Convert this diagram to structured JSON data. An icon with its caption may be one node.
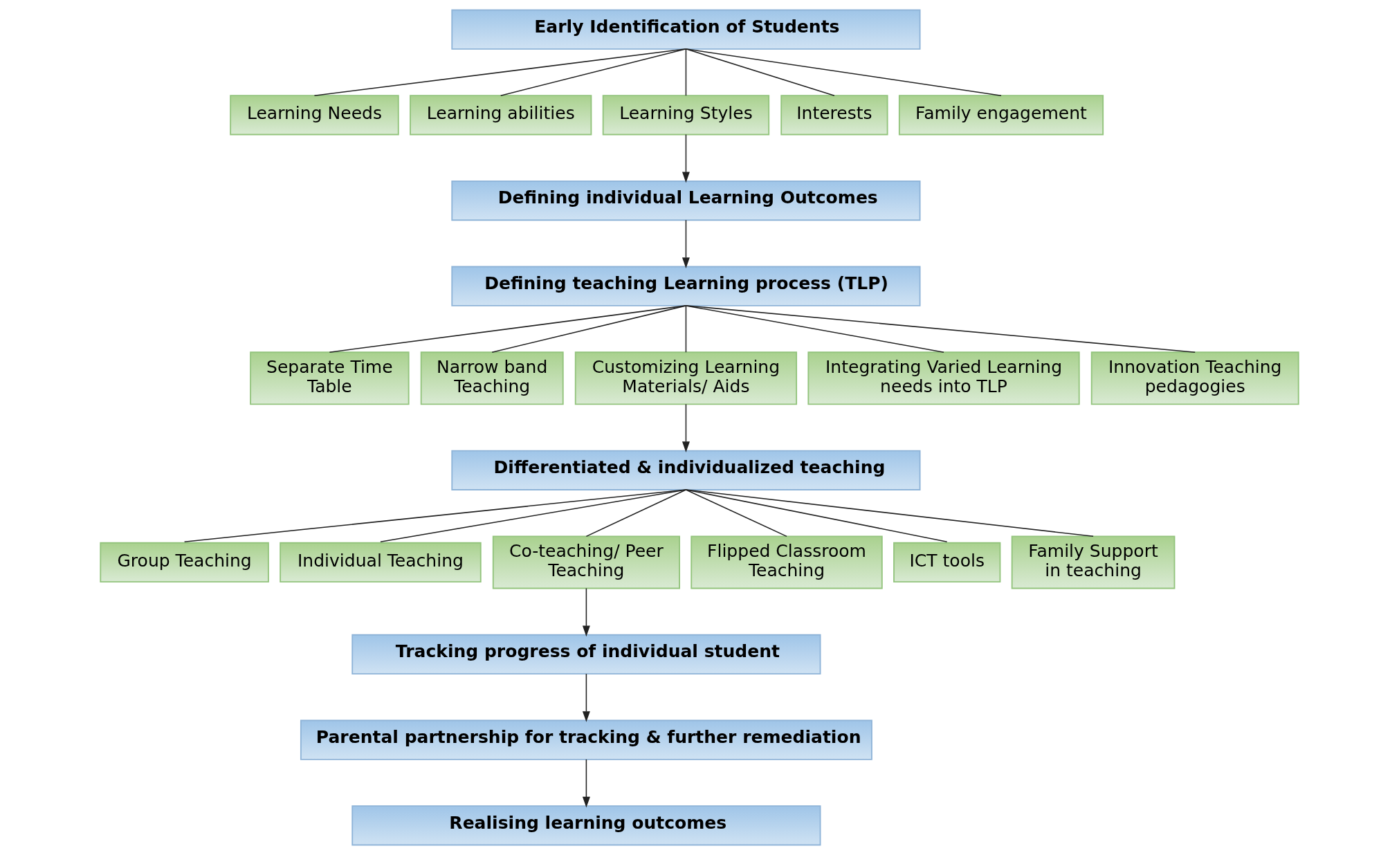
{
  "diagram": {
    "nodes": [
      {
        "text": [
          "Early Identification of Students"
        ]
      },
      {
        "text": [
          "Learning Needs"
        ]
      },
      {
        "text": [
          "Learning abilities"
        ]
      },
      {
        "text": [
          "Learning Styles"
        ]
      },
      {
        "text": [
          "Interests"
        ]
      },
      {
        "text": [
          "Family engagement"
        ]
      },
      {
        "text": [
          "Defining individual Learning Outcomes"
        ]
      },
      {
        "text": [
          "Defining teaching Learning process (TLP)"
        ]
      },
      {
        "text": [
          "Separate Time Table"
        ]
      },
      {
        "text": [
          "Narrow band Teaching"
        ]
      },
      {
        "text": [
          "Customizing Learning Materials/ Aids"
        ]
      },
      {
        "text": [
          "Integrating Varied Learning needs into TLP"
        ]
      },
      {
        "text": [
          "Innovation Teaching pedagogies"
        ]
      },
      {
        "text": [
          "Differentiated & individualized teaching"
        ]
      },
      {
        "text": [
          "Group Teaching"
        ]
      },
      {
        "text": [
          "Individual Teaching"
        ]
      },
      {
        "text": [
          "Co-teaching/ Peer Teaching"
        ]
      },
      {
        "text": [
          "Flipped Classroom Teaching"
        ]
      },
      {
        "text": [
          "ICT tools"
        ]
      },
      {
        "text": [
          "Family Support in teaching"
        ]
      },
      {
        "text": [
          "Tracking progress of individual student"
        ]
      },
      {
        "text": [
          "Parental partnership for tracking & further remediation"
        ]
      },
      {
        "text": [
          "Realising learning outcomes"
        ]
      }
    ],
    "edges": [
      {
        "from": 0,
        "to": 1,
        "arrow": "none"
      },
      {
        "from": 0,
        "to": 2,
        "arrow": "none"
      },
      {
        "from": 0,
        "to": 3,
        "arrow": "none"
      },
      {
        "from": 0,
        "to": 4,
        "arrow": "none"
      },
      {
        "from": 0,
        "to": 5,
        "arrow": "none"
      },
      {
        "from": 3,
        "to": 6,
        "arrow": "to"
      },
      {
        "from": 6,
        "to": 7,
        "arrow": "to"
      },
      {
        "from": 7,
        "to": 8,
        "arrow": "none"
      },
      {
        "from": 7,
        "to": 9,
        "arrow": "none"
      },
      {
        "from": 7,
        "to": 10,
        "arrow": "none"
      },
      {
        "from": 7,
        "to": 11,
        "arrow": "none"
      },
      {
        "from": 7,
        "to": 12,
        "arrow": "none"
      },
      {
        "from": 10,
        "to": 13,
        "arrow": "to"
      },
      {
        "from": 13,
        "to": 14,
        "arrow": "none"
      },
      {
        "from": 13,
        "to": 15,
        "arrow": "none"
      },
      {
        "from": 13,
        "to": 16,
        "arrow": "none"
      },
      {
        "from": 13,
        "to": 17,
        "arrow": "none"
      },
      {
        "from": 13,
        "to": 18,
        "arrow": "none"
      },
      {
        "from": 13,
        "to": 19,
        "arrow": "none"
      },
      {
        "from": 16,
        "to": 20,
        "arrow": "to"
      },
      {
        "from": 20,
        "to": 21,
        "arrow": "to"
      },
      {
        "from": 21,
        "to": 22,
        "arrow": "to"
      }
    ]
  }
}
